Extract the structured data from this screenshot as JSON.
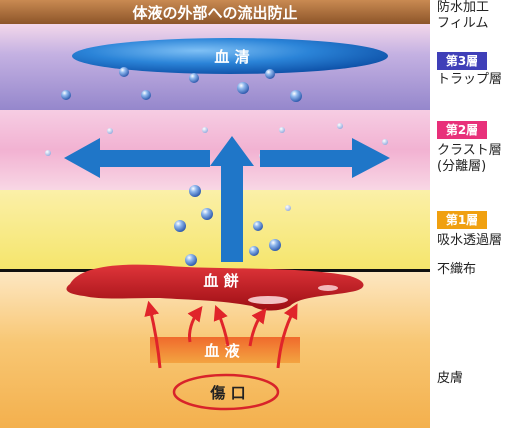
{
  "top_film_caption": "体液の外部への流出防止",
  "layers": {
    "film": {
      "line1": "防水加工",
      "line2": "フィルム"
    },
    "layer3": {
      "badge": "第3層",
      "name": "トラップ層",
      "badge_color": "#3f3fb8"
    },
    "layer2": {
      "badge": "第2層",
      "name1": "クラスト層",
      "name2": "(分離層)",
      "badge_color": "#e8307a"
    },
    "layer1": {
      "badge": "第1層",
      "name": "吸水透過層",
      "badge_color": "#f0a010"
    },
    "nonwoven": {
      "name": "不織布"
    },
    "skin": {
      "name": "皮膚"
    }
  },
  "diagram": {
    "serum": "血 清",
    "clot": "血 餅",
    "blood": "血 液",
    "wound": "傷 口"
  },
  "colors": {
    "film_band": "#a8693a",
    "layer3": "#9a8ed0",
    "layer2": "#f3b7d5",
    "layer1": "#f7e97a",
    "skin": "#f4b454",
    "arrow_blue": "#1f76c8",
    "clot_red": "#c0141a",
    "wound_outline": "#d8232a"
  }
}
